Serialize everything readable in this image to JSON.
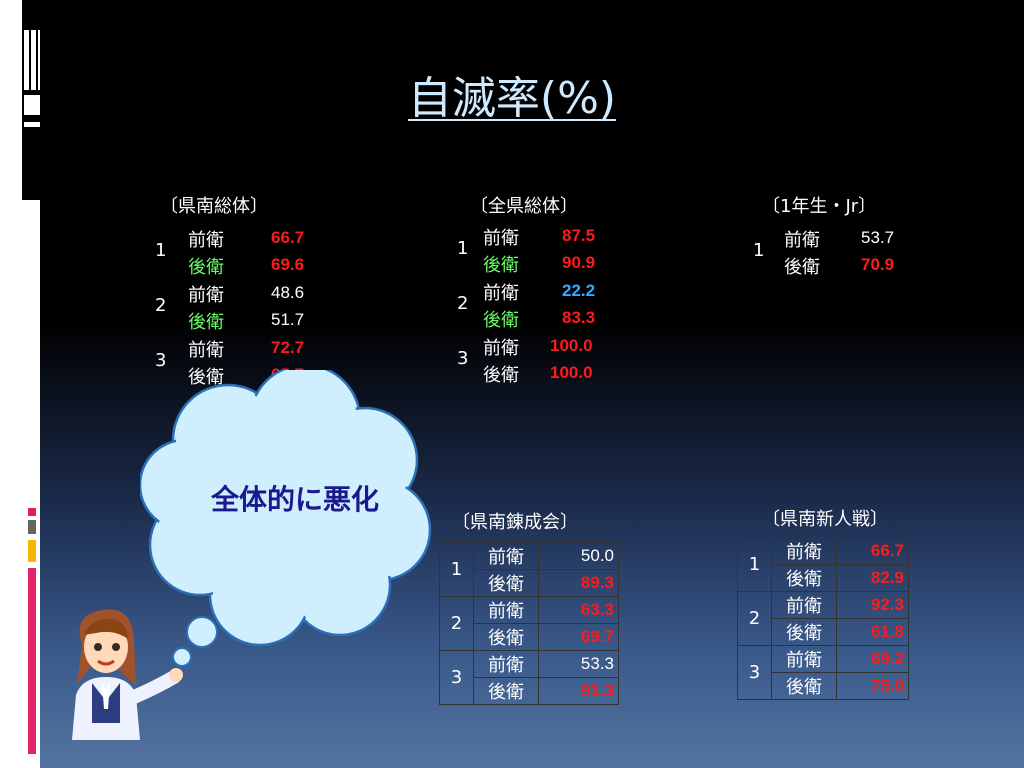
{
  "slide": {
    "title": "自滅率(%)",
    "callout": "全体的に悪化"
  },
  "colors": {
    "title": "#cfeaff",
    "green": "#66ff66",
    "red": "#ff1a1a",
    "blue": "#33aaff",
    "callout_text": "#1a1a8c",
    "cloud": "#cfefff"
  },
  "sections": {
    "kennan_soutai": {
      "title": "〔県南総体〕",
      "rows": [
        {
          "idx": "1",
          "front_label": "前衛",
          "front_value": "66.7",
          "back_label": "後衛",
          "back_value": "69.6"
        },
        {
          "idx": "2",
          "front_label": "前衛",
          "front_value": "48.6",
          "back_label": "後衛",
          "back_value": "51.7"
        },
        {
          "idx": "3",
          "front_label": "前衛",
          "front_value": "72.7",
          "back_label": "後衛",
          "back_value": "65.7"
        }
      ]
    },
    "zenken_soutai": {
      "title": "〔全県総体〕",
      "rows": [
        {
          "idx": "1",
          "front_label": "前衛",
          "front_value": "87.5",
          "back_label": "後衛",
          "back_value": "90.9"
        },
        {
          "idx": "2",
          "front_label": "前衛",
          "front_value": "22.2",
          "back_label": "後衛",
          "back_value": "83.3"
        },
        {
          "idx": "3",
          "front_label": "前衛",
          "front_value": "100.0",
          "back_label": "後衛",
          "back_value": "100.0"
        }
      ]
    },
    "ichinen_jr": {
      "title": "〔1年生・Jr〕",
      "rows": [
        {
          "idx": "1",
          "front_label": "前衛",
          "front_value": "53.7",
          "back_label": "後衛",
          "back_value": "70.9"
        }
      ]
    },
    "kennan_rensei": {
      "title": "〔県南錬成会〕",
      "rows": [
        {
          "idx": "1",
          "front_label": "前衛",
          "front_value": "50.0",
          "back_label": "後衛",
          "back_value": "89.3"
        },
        {
          "idx": "2",
          "front_label": "前衛",
          "front_value": "63.3",
          "back_label": "後衛",
          "back_value": "69.7"
        },
        {
          "idx": "3",
          "front_label": "前衛",
          "front_value": "53.3",
          "back_label": "後衛",
          "back_value": "91.3"
        }
      ]
    },
    "kennan_shinjin": {
      "title": "〔県南新人戦〕",
      "rows": [
        {
          "idx": "1",
          "front_label": "前衛",
          "front_value": "66.7",
          "back_label": "後衛",
          "back_value": "82.9"
        },
        {
          "idx": "2",
          "front_label": "前衛",
          "front_value": "92.3",
          "back_label": "後衛",
          "back_value": "61.8"
        },
        {
          "idx": "3",
          "front_label": "前衛",
          "front_value": "69.2",
          "back_label": "後衛",
          "back_value": "75.0"
        }
      ]
    }
  }
}
